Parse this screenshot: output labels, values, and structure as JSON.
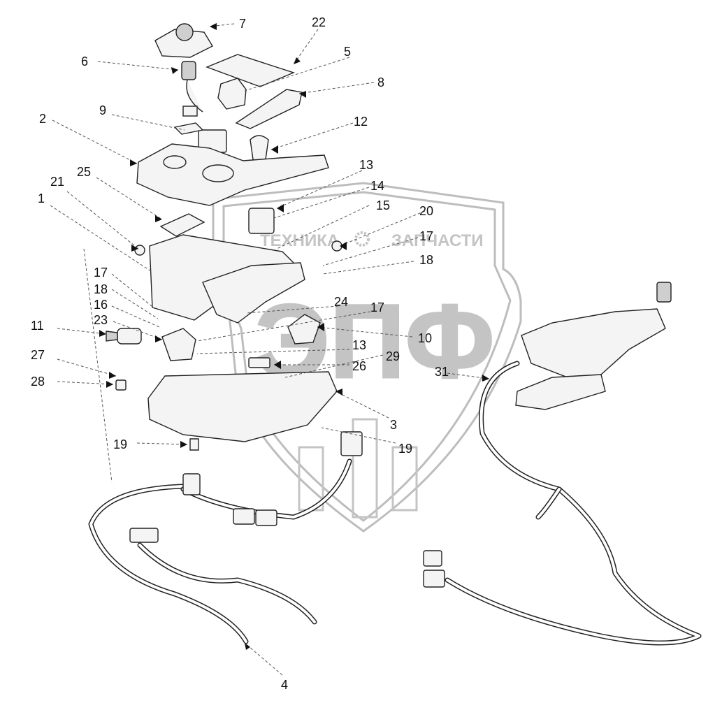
{
  "watermark": {
    "brand_left": "ТЕХНИКА",
    "brand_right": "ЗАПЧАСТИ",
    "monogram": "ЭПФ"
  },
  "callouts": [
    "7",
    "22",
    "5",
    "6",
    "8",
    "9",
    "12",
    "2",
    "13",
    "14",
    "15",
    "20",
    "17",
    "18",
    "21",
    "25",
    "1",
    "17",
    "18",
    "16",
    "11",
    "23",
    "24",
    "17",
    "10",
    "13",
    "26",
    "29",
    "27",
    "28",
    "31",
    "3",
    "19",
    "19",
    "4"
  ],
  "colors": {
    "line": "#222222",
    "watermark": "#bdbdbd",
    "fill": "#f4f4f4"
  }
}
